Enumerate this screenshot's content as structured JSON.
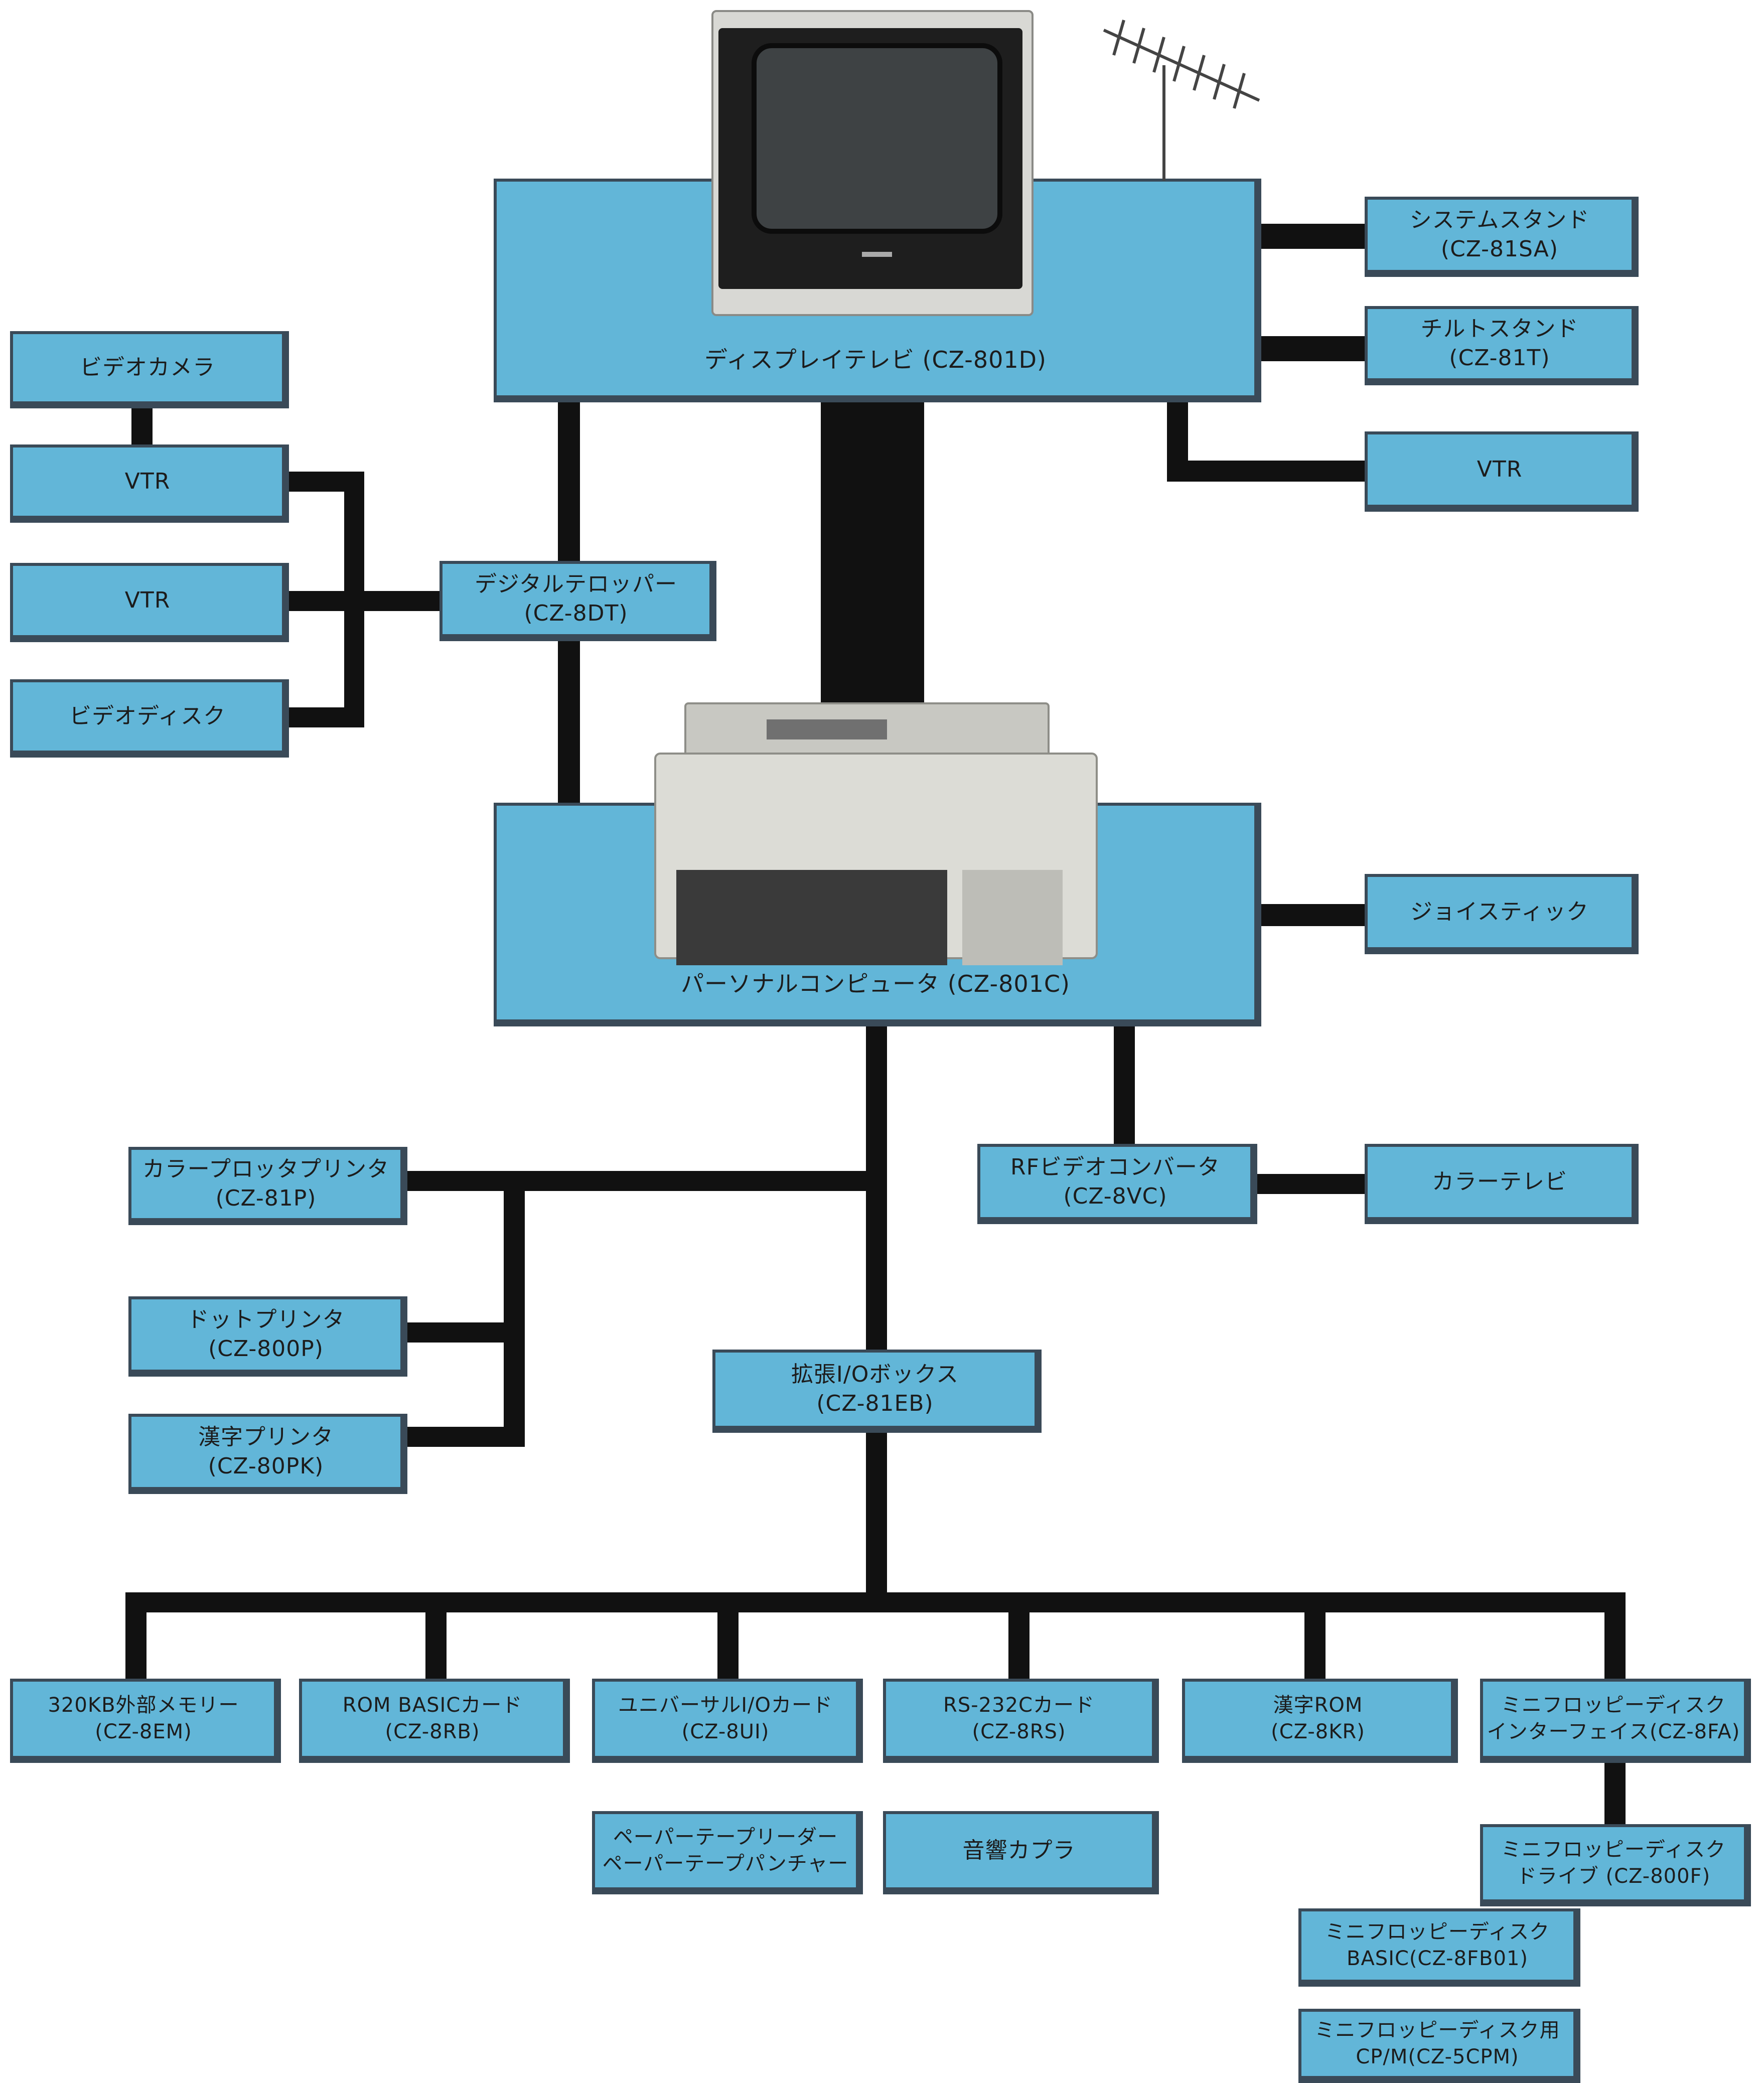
{
  "colors": {
    "box_fill": "#62b6d8",
    "box_shadow": "#3a4a58",
    "wire": "#111111"
  },
  "illustrations": [
    "crt-television",
    "antenna",
    "personal-computer"
  ],
  "nodes": {
    "display_tv": "ディスプレイテレビ (CZ-801D)",
    "system_stand": [
      "システムスタンド",
      "(CZ-81SA)"
    ],
    "tilt_stand": [
      "チルトスタンド",
      "(CZ-81T)"
    ],
    "vtr_right": "VTR",
    "video_camera": "ビデオカメラ",
    "vtr_left_1": "VTR",
    "vtr_left_2": "VTR",
    "video_disc": "ビデオディスク",
    "digital_telopper": [
      "デジタルテロッパー",
      "(CZ-8DT)"
    ],
    "personal_computer": "パーソナルコンピュータ (CZ-801C)",
    "joystick": "ジョイスティック",
    "rf_converter": [
      "RFビデオコンバータ",
      "(CZ-8VC)"
    ],
    "color_tv": "カラーテレビ",
    "color_plotter_printer": [
      "カラープロッタプリンタ",
      "(CZ-81P)"
    ],
    "dot_printer": [
      "ドットプリンタ",
      "(CZ-800P)"
    ],
    "kanji_printer": [
      "漢字プリンタ",
      "(CZ-80PK)"
    ],
    "io_box": [
      "拡張I/Oボックス",
      "(CZ-81EB)"
    ],
    "ext_memory": [
      "320KB外部メモリー",
      "(CZ-8EM)"
    ],
    "rom_basic": [
      "ROM BASICカード",
      "(CZ-8RB)"
    ],
    "universal_io": [
      "ユニバーサルI/Oカード",
      "(CZ-8UI)"
    ],
    "rs232c": [
      "RS-232Cカード",
      "(CZ-8RS)"
    ],
    "kanji_rom": [
      "漢字ROM",
      "(CZ-8KR)"
    ],
    "fd_interface": [
      "ミニフロッピーディスク",
      "インターフェイス(CZ-8FA)"
    ],
    "paper_tape": [
      "ペーパーテープリーダー",
      "ペーパーテープパンチャー"
    ],
    "acoustic_coupler": "音響カプラ",
    "fd_drive": [
      "ミニフロッピーディスク",
      "ドライブ (CZ-800F)"
    ],
    "fd_basic": [
      "ミニフロッピーディスク",
      "BASIC(CZ-8FB01)"
    ],
    "fd_cpm": [
      "ミニフロッピーディスク用",
      "CP/M(CZ-5CPM)"
    ]
  }
}
